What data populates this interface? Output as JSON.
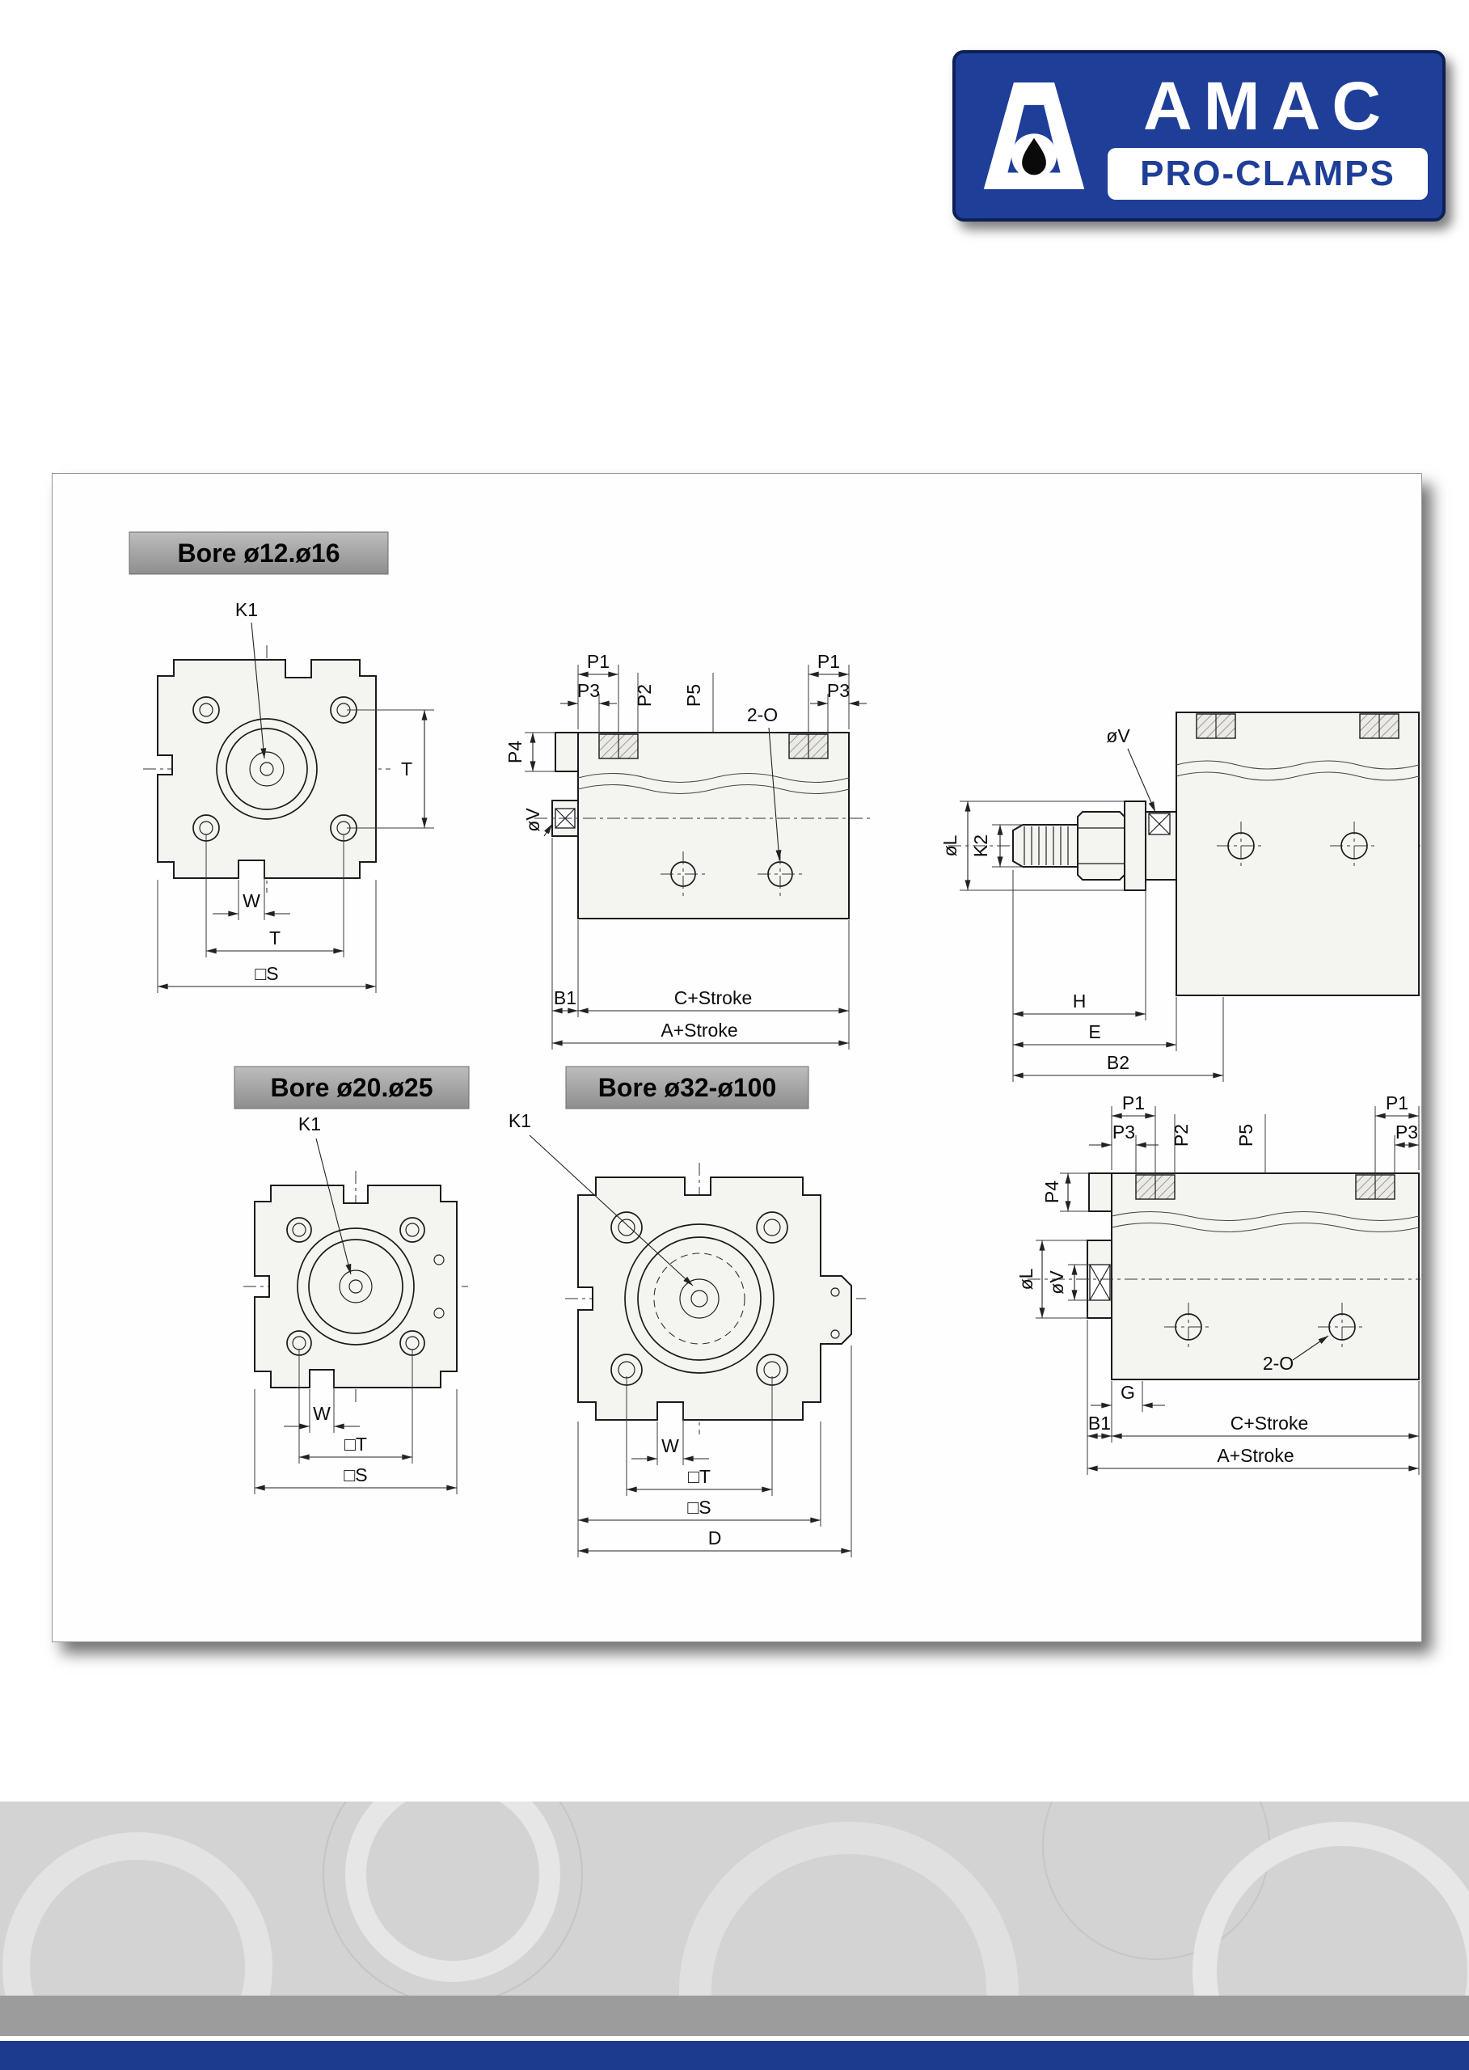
{
  "logo": {
    "brand": "AMAC",
    "subbrand": "PRO-CLAMPS"
  },
  "badges": {
    "bore12": "Bore ø12.ø16",
    "bore20": "Bore ø20.ø25",
    "bore32": "Bore ø32-ø100"
  },
  "dim": {
    "k1": "K1",
    "k2": "K2",
    "t": "T",
    "w": "W",
    "sq_t": "□T",
    "sq_s": "□S",
    "d": "D",
    "p1": "P1",
    "p2": "P2",
    "p3": "P3",
    "p4": "P4",
    "p5": "P5",
    "ov": "øV",
    "ol": "øL",
    "two_o": "2-O",
    "b1": "B1",
    "b2": "B2",
    "g": "G",
    "h": "H",
    "e": "E",
    "c_stroke": "C+Stroke",
    "a_stroke": "A+Stroke"
  },
  "colors": {
    "brand_blue": "#1e3e97",
    "brand_navy": "#0f2057",
    "footer_light": "#d3d3d3",
    "footer_band": "#9c9c9c",
    "footer_navy": "#1c3a8e"
  }
}
